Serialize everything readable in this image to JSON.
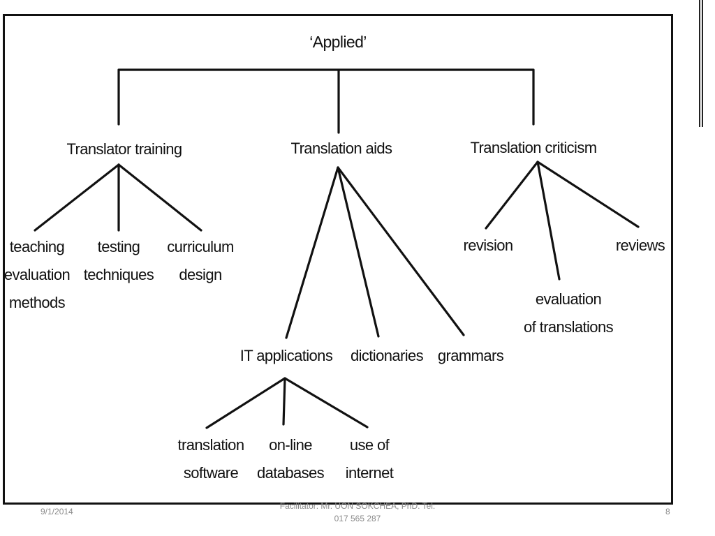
{
  "diagram": {
    "root": "‘Applied’",
    "branches": [
      {
        "label": "Translator training",
        "children": [
          "teaching\nevaluation\nmethods",
          "testing\ntechniques",
          "curriculum\ndesign"
        ]
      },
      {
        "label": "Translation aids",
        "children": [
          "IT applications",
          "dictionaries",
          "grammars"
        ],
        "sub_branch": {
          "label": "IT applications",
          "children": [
            "translation\nsoftware",
            "on-line\ndatabases",
            "use of\ninternet"
          ]
        }
      },
      {
        "label": "Translation criticism",
        "children": [
          "revision",
          "evaluation\nof translations",
          "reviews"
        ]
      }
    ]
  },
  "footer": {
    "date": "9/1/2014",
    "facilitator": "Facilitator: Mr. UON SOKCHEA, PhD. Tel:\n017 565 287",
    "page": "8"
  }
}
